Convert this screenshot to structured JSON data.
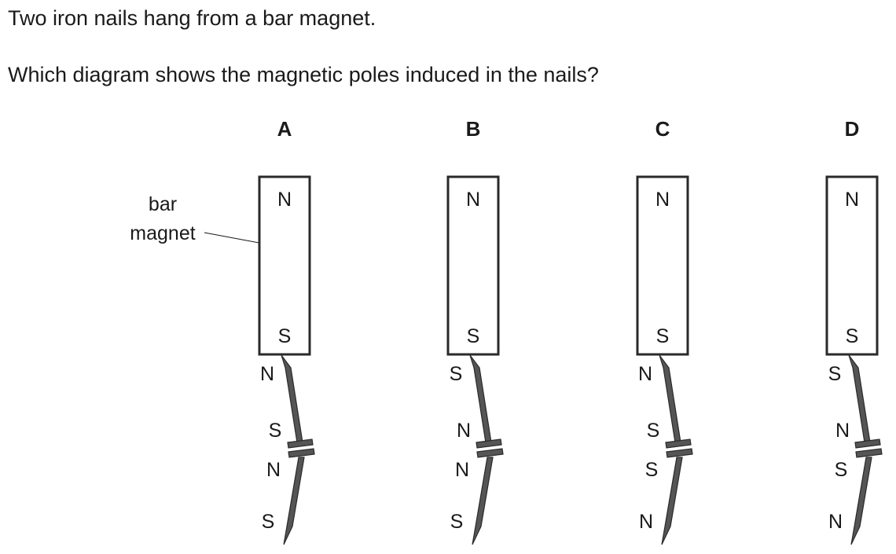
{
  "question": {
    "line1": "Two iron nails hang from a bar magnet.",
    "line2": "Which diagram shows the magnetic poles induced in the nails?"
  },
  "bar_magnet_label": [
    "bar",
    "magnet"
  ],
  "options": [
    {
      "letter": "A",
      "magnet_top": "N",
      "magnet_bottom": "S",
      "upper_nail": {
        "top": "N",
        "bottom": "S"
      },
      "lower_nail": {
        "top": "N",
        "bottom": "S"
      }
    },
    {
      "letter": "B",
      "magnet_top": "N",
      "magnet_bottom": "S",
      "upper_nail": {
        "top": "S",
        "bottom": "N"
      },
      "lower_nail": {
        "top": "N",
        "bottom": "S"
      }
    },
    {
      "letter": "C",
      "magnet_top": "N",
      "magnet_bottom": "S",
      "upper_nail": {
        "top": "N",
        "bottom": "S"
      },
      "lower_nail": {
        "top": "S",
        "bottom": "N"
      }
    },
    {
      "letter": "D",
      "magnet_top": "N",
      "magnet_bottom": "S",
      "upper_nail": {
        "top": "S",
        "bottom": "N"
      },
      "lower_nail": {
        "top": "S",
        "bottom": "N"
      }
    }
  ]
}
